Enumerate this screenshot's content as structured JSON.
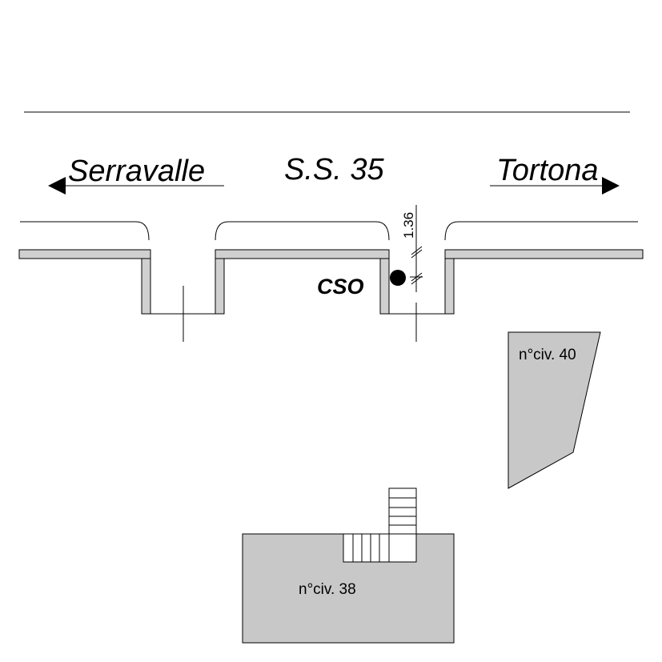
{
  "labels": {
    "left_destination": "Serravalle",
    "road_name": "S.S. 35",
    "right_destination": "Tortona",
    "cso": "CSO",
    "dimension": "1.36",
    "building_40": "n°civ. 40",
    "building_38": "n°civ. 38"
  },
  "colors": {
    "line": "#000000",
    "wall_fill": "#d0d0d0",
    "building_fill": "#c8c8c8",
    "background": "#ffffff"
  },
  "icons": {
    "left_arrow": "arrow-left-icon",
    "right_arrow": "arrow-right-icon",
    "cso_marker": "filled-circle-icon"
  }
}
